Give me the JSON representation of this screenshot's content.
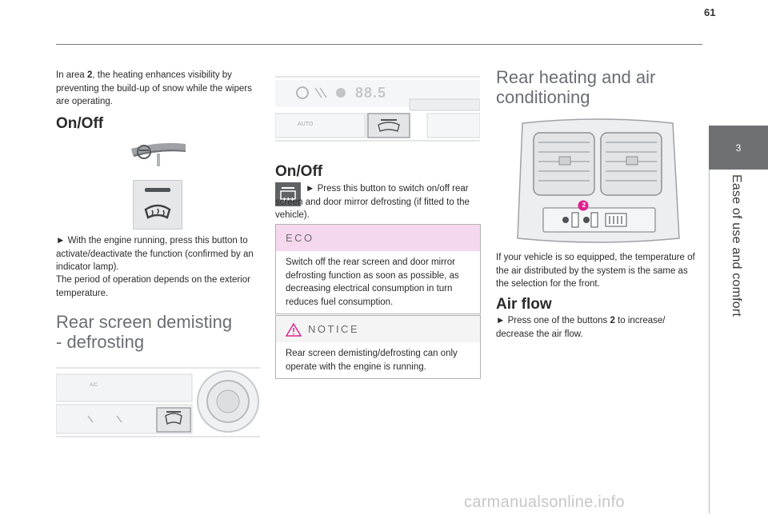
{
  "page_number": "61",
  "side_tab": {
    "number": "3",
    "label": "Ease of use and comfort"
  },
  "col1": {
    "intro_pre": "In area ",
    "intro_bold": "2",
    "intro_post": ", the heating enhances visibility by preventing the build-up of snow while the wipers are operating.",
    "heading_onoff": "On/Off",
    "instruction": "► With the engine running, press this button to activate/deactivate the function (confirmed by an indicator lamp).",
    "period_text": "The period of operation depends on the exterior temperature.",
    "section_title_line1": "Rear screen demisting",
    "section_title_line2": "- defrosting",
    "panel_label": "A/C"
  },
  "col2": {
    "panel_display": "88.5",
    "panel_auto": "AUTO",
    "heading_onoff": "On/Off",
    "instruction": "► Press this button to switch on/off rear screen and door mirror defrosting (if fitted to the vehicle).",
    "eco_label": "ECO",
    "eco_text": "Switch off the rear screen and door mirror defrosting function as soon as possible, as decreasing electrical consumption in turn reduces fuel consumption.",
    "notice_label": "NOTICE",
    "notice_text": "Rear screen demisting/defrosting can only operate with the engine is running."
  },
  "col3": {
    "title_line1": "Rear heating and air",
    "title_line2": "conditioning",
    "callout": "2",
    "equipped_text": "If your vehicle is so equipped, the temperature of the air distributed by the system is the same as the selection for the front.",
    "heading_airflow": "Air flow",
    "airflow_pre": "► Press one of the buttons ",
    "airflow_bold": "2",
    "airflow_post": " to increase/ decrease the air flow."
  },
  "watermark": "carmanualsonline.info",
  "colors": {
    "eco_header": "#f6d8ee",
    "accent_callout": "#e0208c",
    "side_tab": "#6d7174"
  }
}
